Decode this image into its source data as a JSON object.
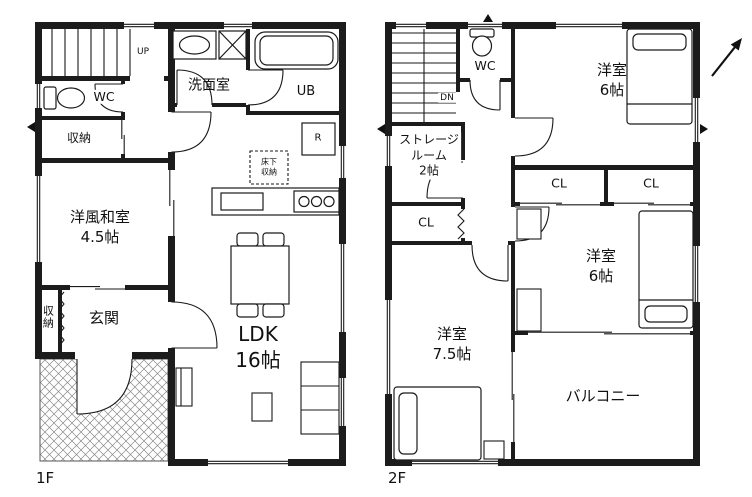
{
  "style": {
    "wall_color": "#1c1c1c",
    "line_color": "#1a1a1a",
    "background": "#ffffff"
  },
  "icons": {
    "compass": "north-arrow"
  },
  "f1": {
    "floor_label": "1F",
    "stairs": "UP",
    "wc": "WC",
    "hall_storage": "収納",
    "washroom": "洗面室",
    "bath": "UB",
    "washitsu": "洋風和室\n4.5帖",
    "genkan": "玄関",
    "genkan_storage": "収納",
    "ldk": "LDK\n16帖",
    "underfloor": "床下\n収納",
    "fridge": "R"
  },
  "f2": {
    "floor_label": "2F",
    "stairs": "DN",
    "wc": "WC",
    "bedroom_top": "洋室\n6帖",
    "storage_room": "ストレージ\nルーム\n2帖",
    "closet_top_left": "CL",
    "closet_top_right": "CL",
    "closet_hall": "CL",
    "bedroom_mid": "洋室\n6帖",
    "bedroom_large": "洋室\n7.5帖",
    "balcony": "バルコニー"
  }
}
